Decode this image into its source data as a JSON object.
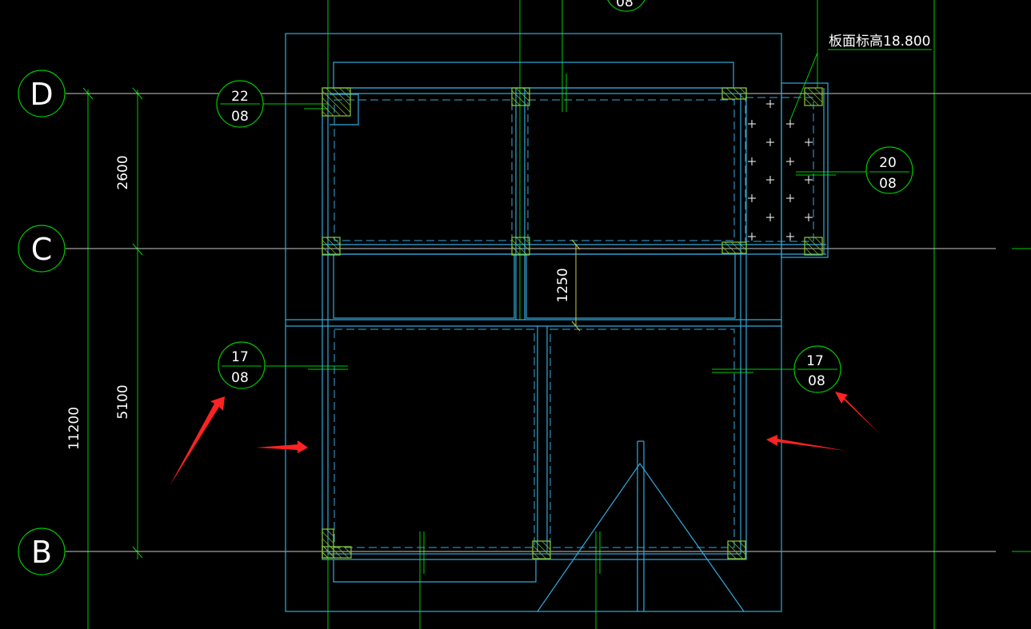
{
  "drawing": {
    "colors": {
      "background": "#000000",
      "grid": "#00cc00",
      "wall": "#33aadd",
      "axis": "#c8c8c8",
      "text": "#ffffff",
      "hatch": "#88cc33",
      "dimension": "#cccc33",
      "arrow": "#ff2222"
    },
    "axes": [
      {
        "id": "D",
        "label": "D"
      },
      {
        "id": "C",
        "label": "C"
      },
      {
        "id": "B",
        "label": "B"
      }
    ],
    "dimensions": {
      "d1": "2600",
      "d2": "5100",
      "total": "11200",
      "inner": "1250"
    },
    "slab_elevation_note": "板面标高18.800",
    "section_tags": [
      {
        "id": "tag-22-08",
        "top": "22",
        "bottom": "08"
      },
      {
        "id": "tag-20-08",
        "top": "20",
        "bottom": "08"
      },
      {
        "id": "tag-17-08-left",
        "top": "17",
        "bottom": "08"
      },
      {
        "id": "tag-17-08-right",
        "top": "17",
        "bottom": "08"
      },
      {
        "id": "tag-top-partial",
        "top": "",
        "bottom": "08"
      }
    ],
    "annotation_arrows": 4
  }
}
